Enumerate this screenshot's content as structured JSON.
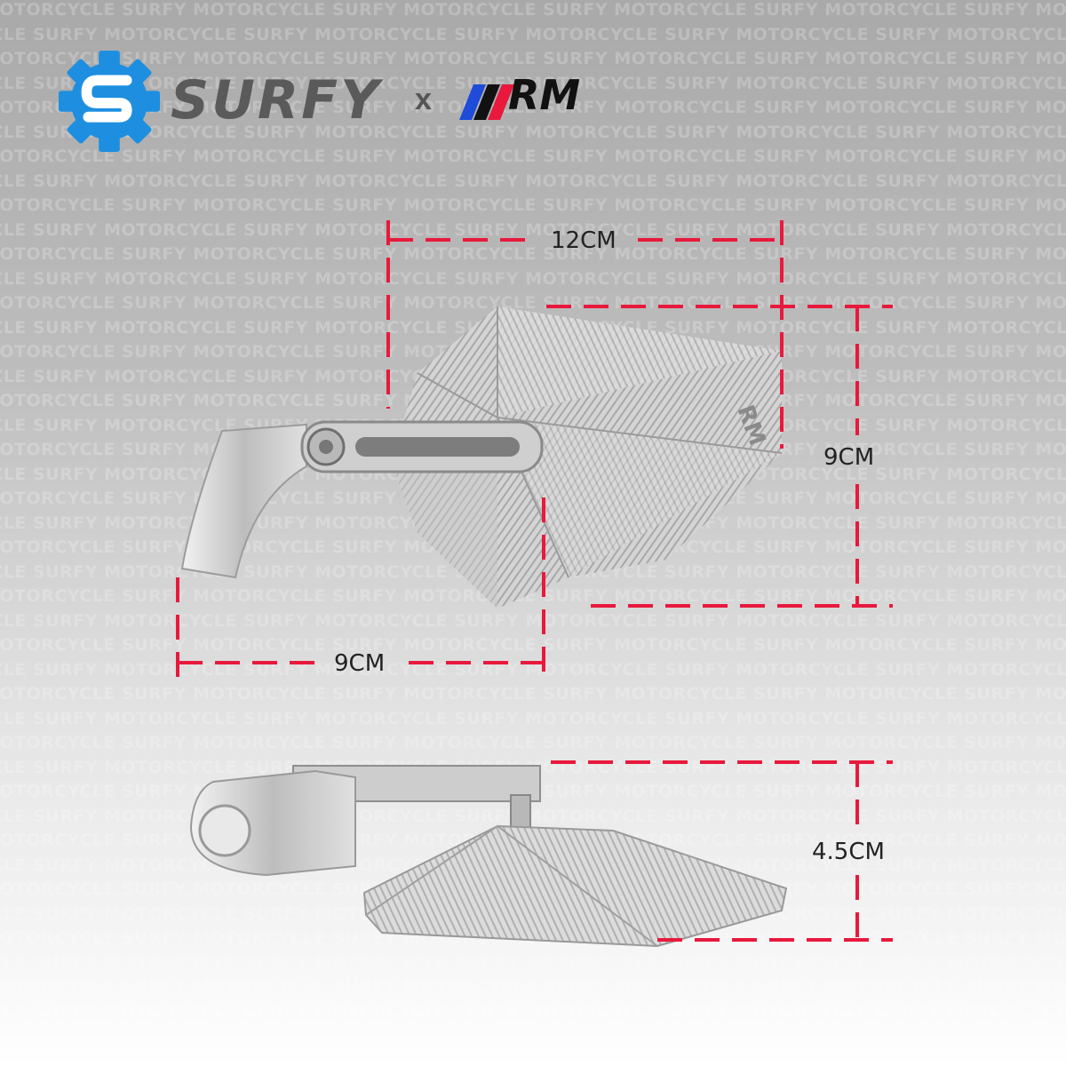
{
  "watermark": {
    "text": "MOTORCYCLE SURFY "
  },
  "brand": {
    "name": "SURFY",
    "separator": "x",
    "partner": "RM"
  },
  "dimensions": {
    "top_width": "12CM",
    "right_height": "9CM",
    "bottom_width": "9CM",
    "side_height": "4.5CM"
  },
  "colors": {
    "dimension_line": "#e8193c",
    "gear_blue": "#1e8fe0",
    "metal": "#d0d0d0"
  }
}
